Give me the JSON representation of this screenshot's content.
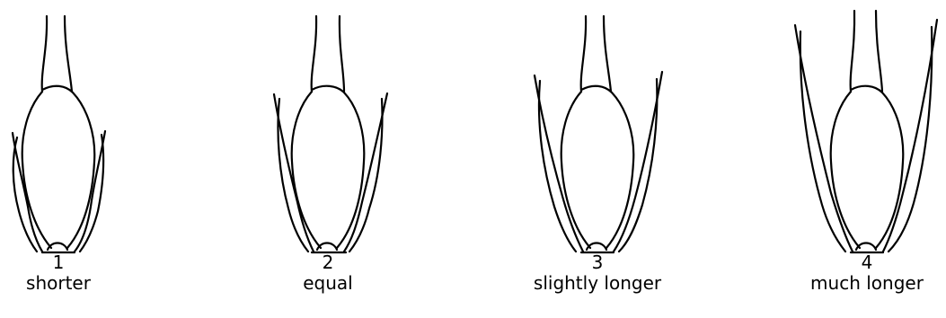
{
  "figure": {
    "panels": [
      {
        "number": "1",
        "label": "shorter"
      },
      {
        "number": "2",
        "label": "equal"
      },
      {
        "number": "3",
        "label": "slightly longer"
      },
      {
        "number": "4",
        "label": "much longer"
      }
    ]
  }
}
